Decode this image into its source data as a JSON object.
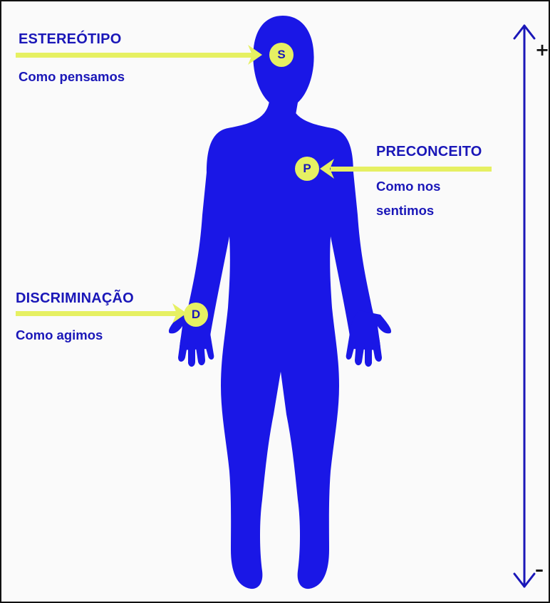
{
  "stereotype": {
    "title": "ESTEREÓTIPO",
    "subtitle": "Como pensamos",
    "badge": "S"
  },
  "prejudice": {
    "title": "PRECONCEITO",
    "subtitle": "Como nos sentimos",
    "badge": "P"
  },
  "discrimination": {
    "title": "DISCRIMINAÇÃO",
    "subtitle": "Como agimos",
    "badge": "D"
  },
  "scale": {
    "top_sign": "+",
    "bottom_sign": "–"
  },
  "colors": {
    "figure": "#1a17e6",
    "text": "#1a17b8",
    "accent": "#e6f062",
    "scale": "#1a17b8"
  }
}
